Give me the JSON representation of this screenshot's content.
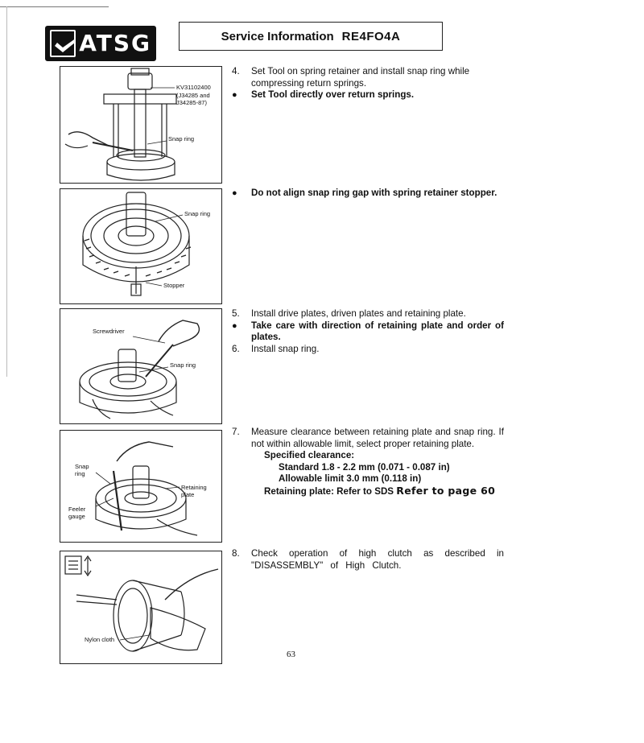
{
  "header": {
    "logo_text": "ATSG",
    "title": "Service Information",
    "model": "RE4FO4A"
  },
  "figures": {
    "fig1": {
      "tool_label": "KV31102400",
      "tool_alt": "(J34285 and",
      "tool_alt2": "J34285-87)",
      "snap_ring": "Snap ring"
    },
    "fig2": {
      "snap_ring": "Snap ring",
      "stopper": "Stopper"
    },
    "fig3": {
      "screwdriver": "Screwdriver",
      "snap_ring": "Snap ring"
    },
    "fig4": {
      "snap_ring_1": "Snap",
      "snap_ring_2": "ring",
      "retaining_1": "Retaining",
      "retaining_2": "plate",
      "feeler_1": "Feeler",
      "feeler_2": "gauge"
    },
    "fig5": {
      "nylon_cloth": "Nylon cloth"
    }
  },
  "steps": {
    "s4": {
      "num": "4.",
      "text": "Set Tool on spring retainer and install snap ring while compressing return springs.",
      "bullet": "Set Tool directly over return springs."
    },
    "b2": {
      "bullet": "Do not align snap ring gap with spring retainer stopper."
    },
    "s5": {
      "num": "5.",
      "text": "Install drive plates, driven plates and retaining plate.",
      "bullet": "Take care with direction of retaining plate and order of plates."
    },
    "s6": {
      "num": "6.",
      "text": "Install snap ring."
    },
    "s7": {
      "num": "7.",
      "text": "Measure clearance between retaining plate and snap ring. If not within allowable limit, select proper retaining plate.",
      "spec_label": "Specified clearance:",
      "standard": "Standard 1.8 - 2.2 mm (0.071 - 0.087 in)",
      "allowable": "Allowable limit 3.0 mm (0.118 in)",
      "retaining": "Retaining plate: Refer to SDS",
      "refer": "Refer to page 60"
    },
    "s8": {
      "num": "8.",
      "text": "Check operation of high clutch as described in \"DISASSEMBLY\" of High Clutch."
    }
  },
  "page_number": "63",
  "bullet_char": "●"
}
